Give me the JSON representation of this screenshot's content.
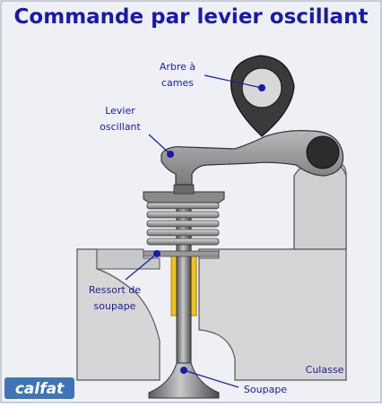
{
  "title": "Commande par levier oscillant",
  "labels": {
    "camshaft_line1": "Arbre à",
    "camshaft_line2": "cames",
    "rocker_line1": "Levier",
    "rocker_line2": "oscillant",
    "spring_line1": "Ressort de",
    "spring_line2": "soupape",
    "head": "Culasse",
    "valve": "Soupape"
  },
  "logo": {
    "text": "calfat"
  },
  "colors": {
    "title": "#1a1aa8",
    "label": "#1a1aa8",
    "head_fill": "#d6d6d6",
    "metal": "#8a8a8a",
    "dark_metal": "#333333",
    "guide": "#f0c419",
    "bg": "#eef0f6"
  }
}
